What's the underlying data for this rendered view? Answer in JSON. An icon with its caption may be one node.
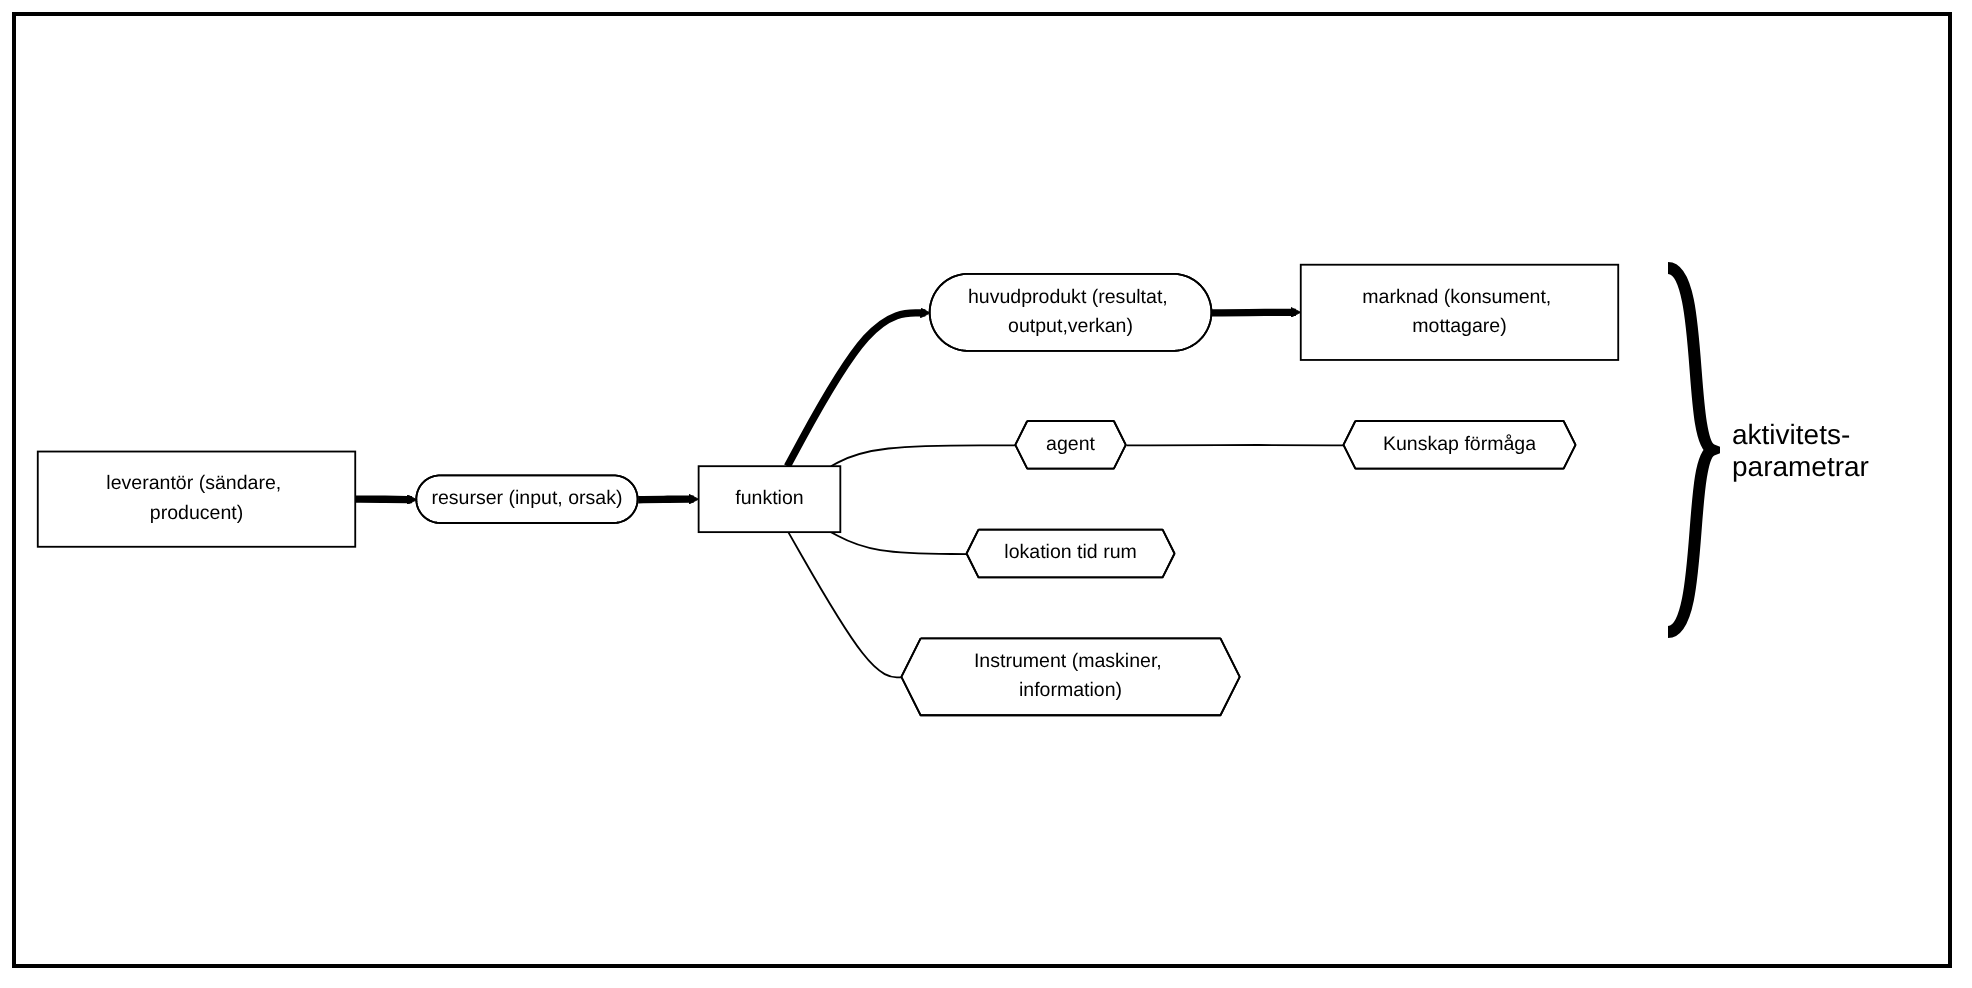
{
  "diagram": {
    "nodes": [
      {
        "text": [
          "leverantör (sändare, producent)"
        ]
      },
      {
        "text": [
          "resurser (input, orsak)"
        ]
      },
      {
        "text": [
          "funktion"
        ]
      },
      {
        "text": [
          "huvudprodukt (resultat, output,verkan)"
        ]
      },
      {
        "text": [
          "marknad (konsument, mottagare)"
        ]
      },
      {
        "text": [
          "agent"
        ]
      },
      {
        "text": [
          "lokation tid rum"
        ]
      },
      {
        "text": [
          "Instrument (maskiner, information)"
        ]
      },
      {
        "text": [
          "Kunskap förmåga"
        ]
      }
    ],
    "edges": [
      {
        "from": 0,
        "to": 1,
        "arrow": "to",
        "style": "thick"
      },
      {
        "from": 1,
        "to": 2,
        "arrow": "to",
        "style": "thick"
      },
      {
        "from": 2,
        "to": 3,
        "arrow": "to",
        "style": "thick"
      },
      {
        "from": 3,
        "to": 4,
        "arrow": "to",
        "style": "thick"
      },
      {
        "from": 2,
        "to": 5,
        "arrow": "none"
      },
      {
        "from": 2,
        "to": 6,
        "arrow": "none"
      },
      {
        "from": 2,
        "to": 7,
        "arrow": "none"
      },
      {
        "from": 5,
        "to": 8,
        "arrow": "none"
      }
    ],
    "labels": [
      "aktivitets- parametrar"
    ]
  }
}
